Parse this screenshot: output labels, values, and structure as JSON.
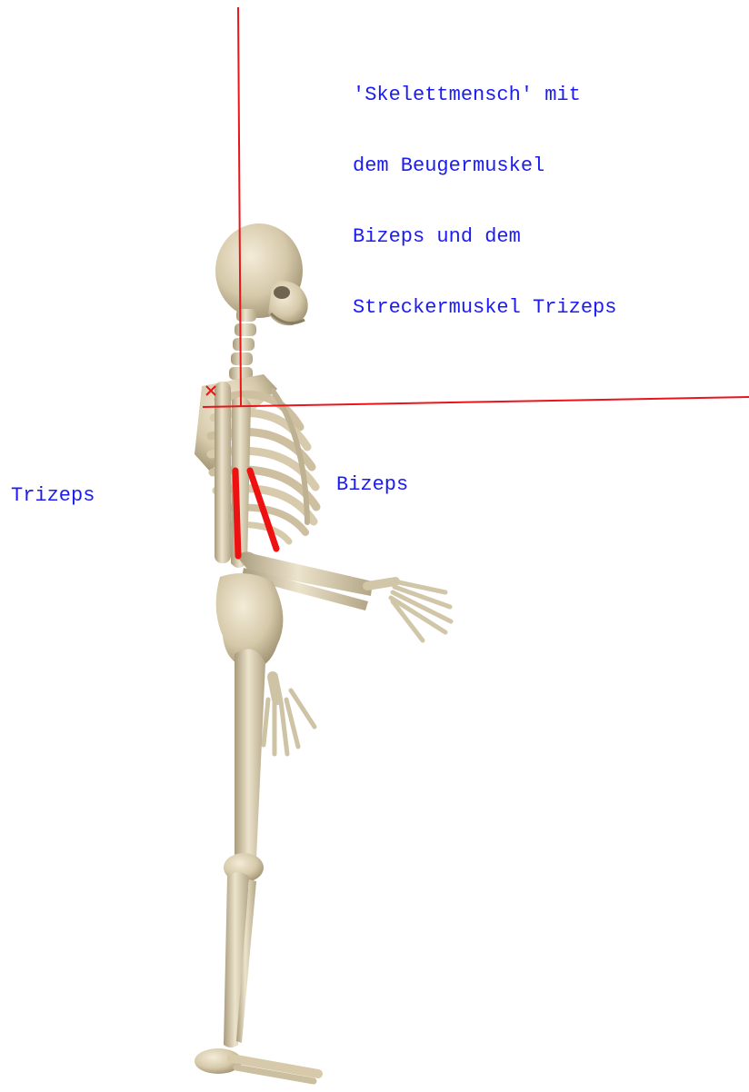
{
  "title_lines": [
    "'Skelettmensch' mit",
    "dem Beugermuskel",
    "Bizeps und dem",
    "Streckermuskel Trizeps"
  ],
  "labels": {
    "triceps": "Trizeps",
    "biceps": "Bizeps"
  },
  "colors": {
    "text": "#1c1cf0",
    "axis_lines": "#e8151b",
    "muscles": "#ee1111",
    "bone": "#d9cdb1",
    "bone_shadow": "#9a8e72",
    "background": "#ffffff"
  }
}
